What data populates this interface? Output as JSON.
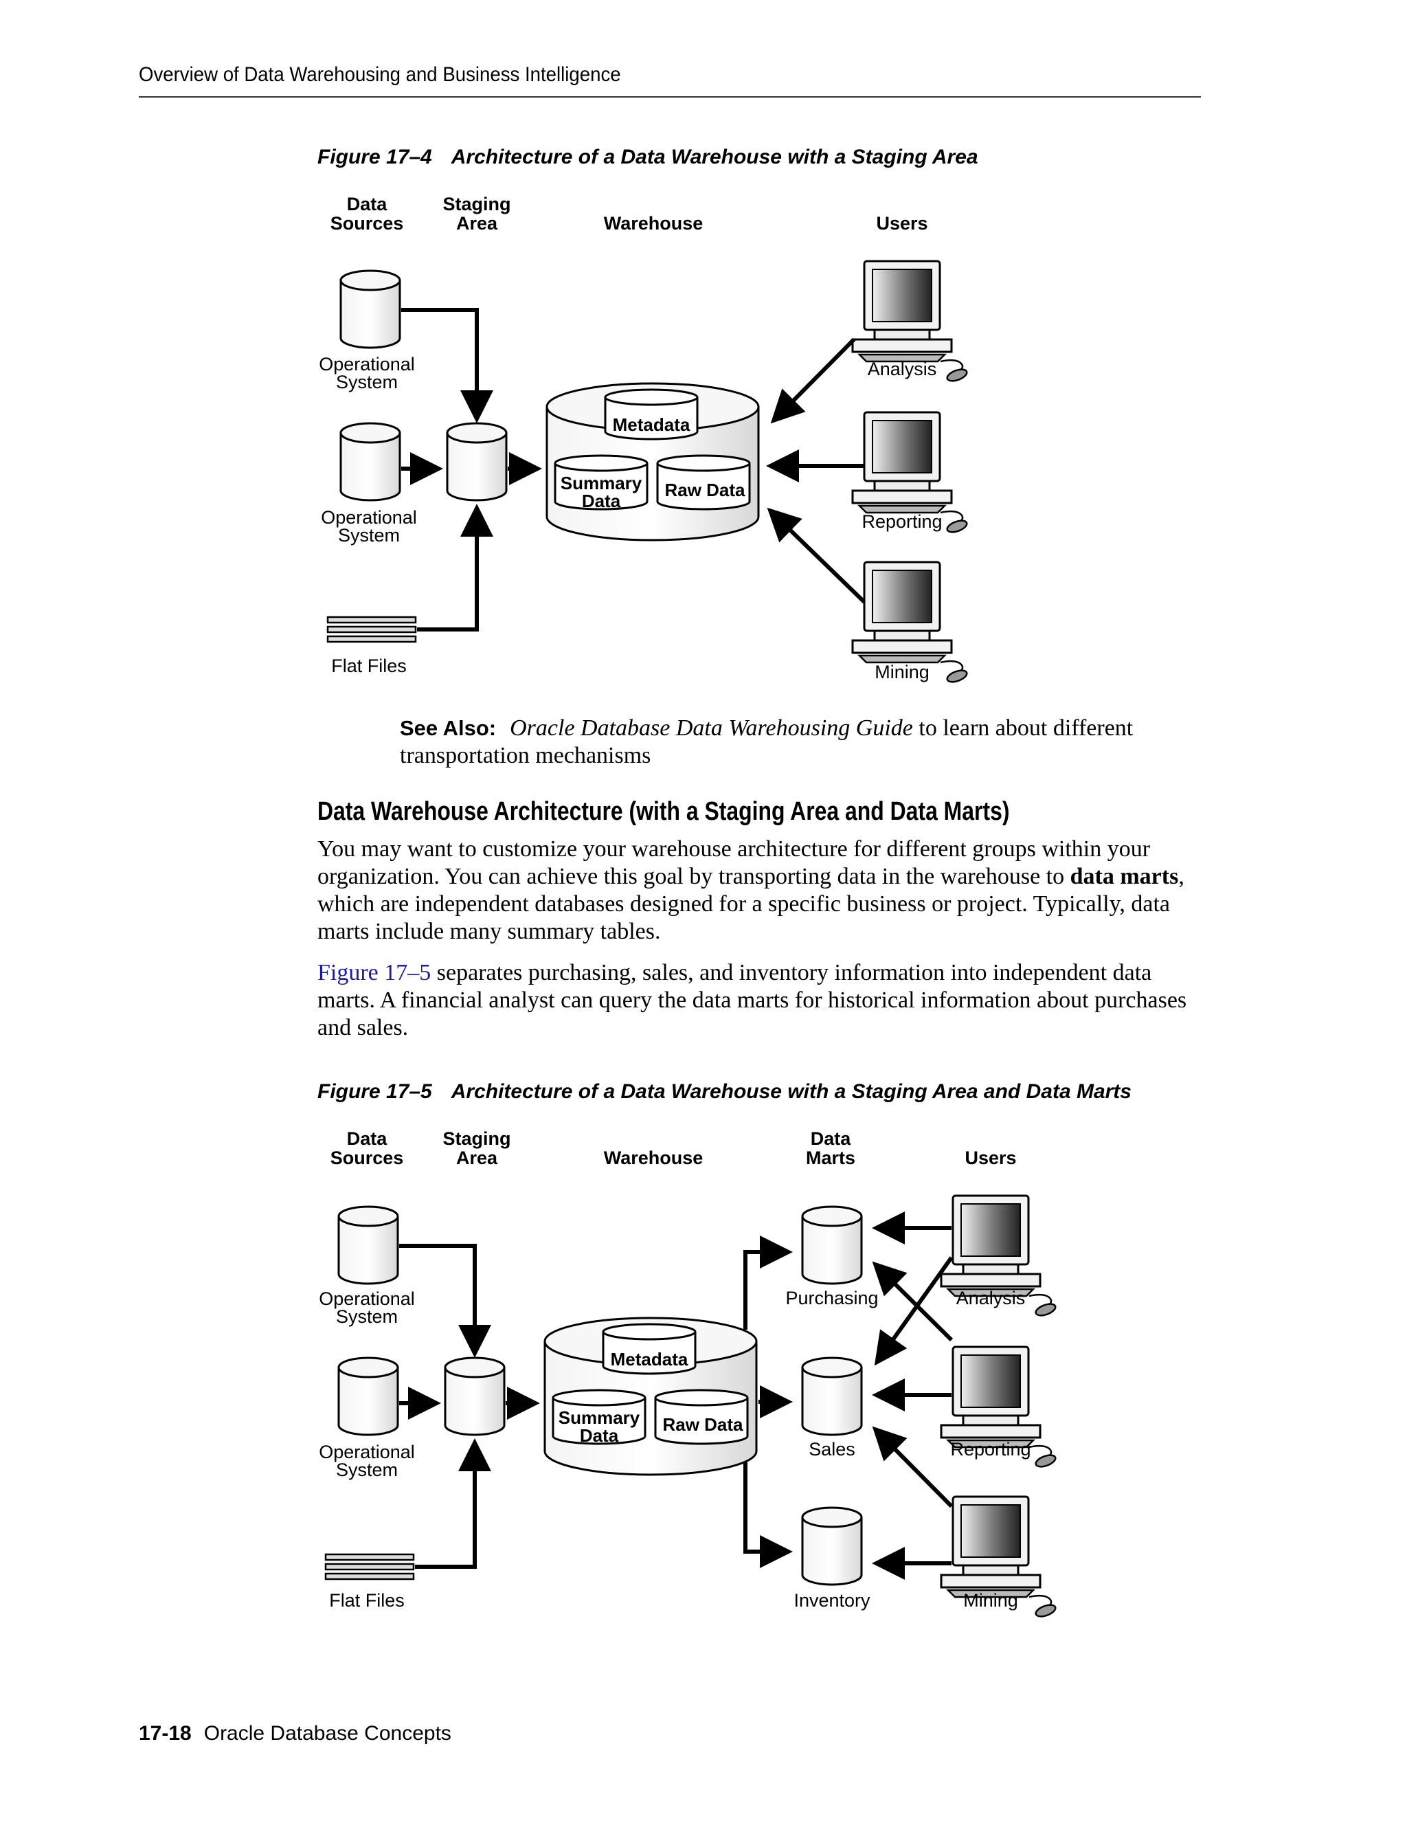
{
  "header": {
    "running_title": "Overview of Data Warehousing and Business Intelligence"
  },
  "figure4": {
    "number": "Figure 17–4",
    "title": "Architecture of a Data Warehouse with a Staging Area",
    "col_data_sources_1": "Data",
    "col_data_sources_2": "Sources",
    "col_staging_1": "Staging",
    "col_staging_2": "Area",
    "col_warehouse": "Warehouse",
    "col_users": "Users",
    "source1_1": "Operational",
    "source1_2": "System",
    "source2_1": "Operational",
    "source2_2": "System",
    "source3": "Flat Files",
    "metadata": "Metadata",
    "summary_1": "Summary",
    "summary_2": "Data",
    "raw": "Raw Data",
    "user1": "Analysis",
    "user2": "Reporting",
    "user3": "Mining"
  },
  "see_also": {
    "label": "See Also:",
    "book": "Oracle Database Data Warehousing Guide",
    "text": " to learn about different transportation mechanisms"
  },
  "section": {
    "heading": "Data Warehouse Architecture (with a Staging Area and Data Marts)",
    "para1_a": "You may want to customize your warehouse architecture for different groups within your organization. You can achieve this goal by transporting data in the warehouse to ",
    "para1_bold": "data marts",
    "para1_b": ", which are independent databases designed for a specific business or project. Typically, data marts include many summary tables.",
    "para2_link": "Figure 17–5",
    "para2_text": " separates purchasing, sales, and inventory information into independent data marts. A financial analyst can query the data marts for historical information about purchases and sales."
  },
  "figure5": {
    "number": "Figure 17–5",
    "title": "Architecture of a Data Warehouse with a Staging Area and Data Marts",
    "col_data_sources_1": "Data",
    "col_data_sources_2": "Sources",
    "col_staging_1": "Staging",
    "col_staging_2": "Area",
    "col_warehouse": "Warehouse",
    "col_marts_1": "Data",
    "col_marts_2": "Marts",
    "col_users": "Users",
    "source1_1": "Operational",
    "source1_2": "System",
    "source2_1": "Operational",
    "source2_2": "System",
    "source3": "Flat Files",
    "metadata": "Metadata",
    "summary_1": "Summary",
    "summary_2": "Data",
    "raw": "Raw Data",
    "mart1": "Purchasing",
    "mart2": "Sales",
    "mart3": "Inventory",
    "user1": "Analysis",
    "user2": "Reporting",
    "user3": "Mining"
  },
  "footer": {
    "page": "17-18",
    "book": "Oracle Database Concepts"
  }
}
